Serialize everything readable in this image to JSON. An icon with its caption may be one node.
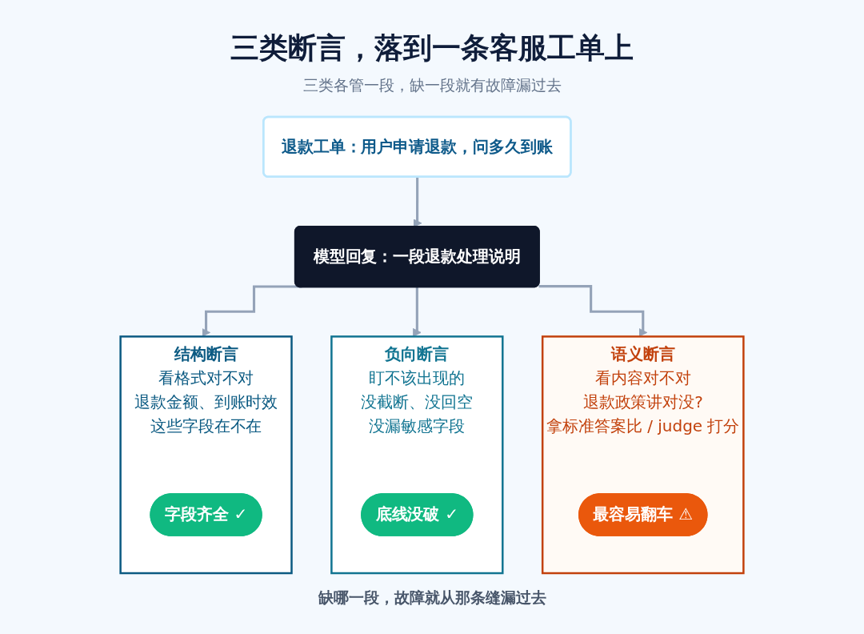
{
  "diagram": {
    "title": "三类断言，落到一条客服工单上",
    "caption": "缺哪一段，故障就从那条缝漏过去",
    "nodes": [
      {
        "text": [
          "退款工单：用户申请退款，问多久到账"
        ]
      },
      {
        "text": [
          "模型回复：一段退款处理说明"
        ]
      },
      {
        "text": [
          "结构断言",
          "看格式对不对",
          "退款金额、到账时效",
          "这些字段在不在"
        ]
      },
      {
        "text": [
          "字段齐全 ✓"
        ],
        "in": 2
      },
      {
        "text": [
          "负向断言",
          "盯不该出现的",
          "没截断、没回空",
          "没漏敏感字段"
        ]
      },
      {
        "text": [
          "底线没破 ✓"
        ],
        "in": 4
      },
      {
        "text": [
          "语义断言",
          "看内容对不对",
          "退款政策讲对没?",
          "拿标准答案比 / judge 打分"
        ]
      },
      {
        "text": [
          "最容易翻车 ⚠"
        ],
        "in": 6
      }
    ],
    "edges": [
      {
        "from": 0,
        "to": 1,
        "arrow": "to"
      },
      {
        "from": 1,
        "to": 2,
        "arrow": "to"
      },
      {
        "from": 1,
        "to": 4,
        "arrow": "to"
      },
      {
        "from": 1,
        "to": 6,
        "arrow": "to"
      }
    ],
    "labels": [
      "三类各管一段，缺一段就有故障漏过去"
    ]
  }
}
